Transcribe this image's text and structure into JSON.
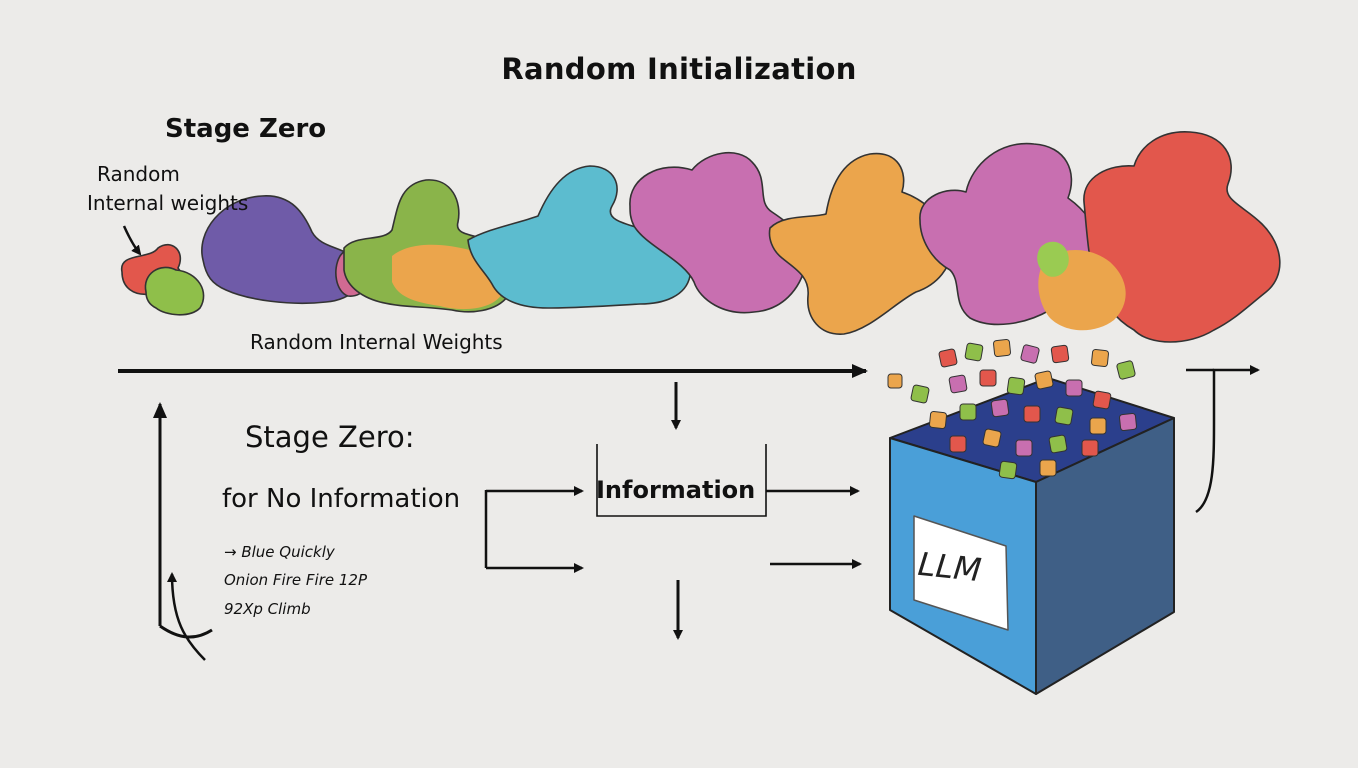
{
  "diagram": {
    "title": "Random Initialization",
    "stage_zero_heading": "Stage Zero",
    "random_weights_label_line1": "Random",
    "random_weights_label_line2": "Internal weights",
    "arrow_label": "Random Internal Weights",
    "stage_zero_section_title": "Stage Zero:",
    "no_information_label": "for No Information",
    "list_items": [
      "→ Blue Quickly",
      "Onion Fire Fire 12P",
      "92Xp Climb"
    ],
    "information_box_label": "Information",
    "box_label": "LLM"
  },
  "colors": {
    "background": "#ecebe9",
    "blob_red": "#e2574c",
    "blob_green": "#8fbf4a",
    "blob_purple": "#6f5ba8",
    "blob_orange": "#eba54c",
    "blob_teal": "#5cbccf",
    "blob_magenta": "#c86fb0",
    "box_front": "#4a9fd8",
    "box_side": "#3f5f86",
    "box_inner": "#2b3f8c"
  }
}
